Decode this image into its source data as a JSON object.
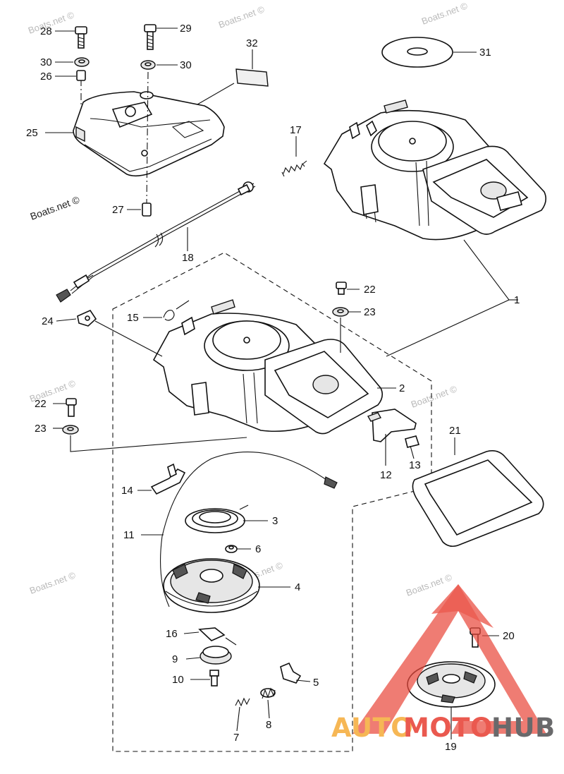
{
  "watermarks": {
    "site": "Boats.net ©"
  },
  "brand": {
    "part1": "AUTO",
    "part2": "MOTO",
    "part3": "HUB",
    "color_orange": "#f6b043",
    "color_red": "#e8483c",
    "color_dark": "#59595b"
  },
  "callouts": {
    "c1": "1",
    "c2": "2",
    "c3": "3",
    "c4": "4",
    "c5": "5",
    "c6": "6",
    "c7": "7",
    "c8": "8",
    "c9": "9",
    "c10": "10",
    "c11": "11",
    "c12": "12",
    "c13": "13",
    "c14": "14",
    "c15": "15",
    "c16": "16",
    "c17": "17",
    "c18": "18",
    "c19": "19",
    "c20": "20",
    "c21": "21",
    "c22a": "22",
    "c22b": "22",
    "c23a": "23",
    "c23b": "23",
    "c24": "24",
    "c25": "25",
    "c26": "26",
    "c27": "27",
    "c28": "28",
    "c29": "29",
    "c30a": "30",
    "c30b": "30",
    "c31": "31",
    "c32": "32"
  }
}
